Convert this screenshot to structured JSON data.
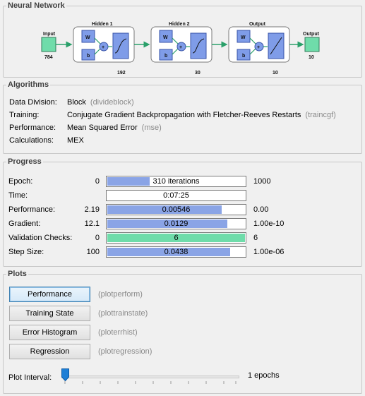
{
  "neural_network": {
    "title": "Neural Network",
    "input_label": "Input",
    "input_size": "784",
    "output_label": "Output",
    "output_size": "10",
    "layers": [
      {
        "title": "Hidden 1",
        "size": "192"
      },
      {
        "title": "Hidden 2",
        "size": "30"
      },
      {
        "title": "Output",
        "size": "10"
      }
    ],
    "weight_symbol": "W",
    "bias_symbol": "b",
    "sum_symbol": "+",
    "colors": {
      "io_box": "#6fdcaa",
      "layer_block": "#7f9ce8",
      "wire": "#2aa06a"
    }
  },
  "algorithms": {
    "title": "Algorithms",
    "rows": [
      {
        "label": "Data Division:",
        "value": "Block",
        "hint": "(divideblock)"
      },
      {
        "label": "Training:",
        "value": "Conjugate Gradient Backpropagation with Fletcher-Reeves Restarts",
        "hint": "(traincgf)"
      },
      {
        "label": "Performance:",
        "value": "Mean Squared Error",
        "hint": "(mse)"
      },
      {
        "label": "Calculations:",
        "value": "MEX",
        "hint": ""
      }
    ]
  },
  "progress": {
    "title": "Progress",
    "rows": [
      {
        "label": "Epoch:",
        "start": "0",
        "value": "310 iterations",
        "end": "1000",
        "fill": 0.31,
        "color": "blue"
      },
      {
        "label": "Time:",
        "start": "",
        "value": "0:07:25",
        "end": "",
        "fill": 0,
        "color": "blue"
      },
      {
        "label": "Performance:",
        "start": "2.19",
        "value": "0.00546",
        "end": "0.00",
        "fill": 0.83,
        "color": "blue"
      },
      {
        "label": "Gradient:",
        "start": "12.1",
        "value": "0.0129",
        "end": "1.00e-10",
        "fill": 0.87,
        "color": "blue"
      },
      {
        "label": "Validation Checks:",
        "start": "0",
        "value": "6",
        "end": "6",
        "fill": 1.0,
        "color": "green"
      },
      {
        "label": "Step Size:",
        "start": "100",
        "value": "0.0438",
        "end": "1.00e-06",
        "fill": 0.89,
        "color": "blue"
      }
    ]
  },
  "plots": {
    "title": "Plots",
    "buttons": [
      {
        "label": "Performance",
        "hint": "(plotperform)"
      },
      {
        "label": "Training State",
        "hint": "(plottrainstate)"
      },
      {
        "label": "Error Histogram",
        "hint": "(ploterrhist)"
      },
      {
        "label": "Regression",
        "hint": "(plotregression)"
      }
    ],
    "interval_label": "Plot Interval:",
    "interval_value": "1 epochs",
    "slider_position": 0.0
  }
}
